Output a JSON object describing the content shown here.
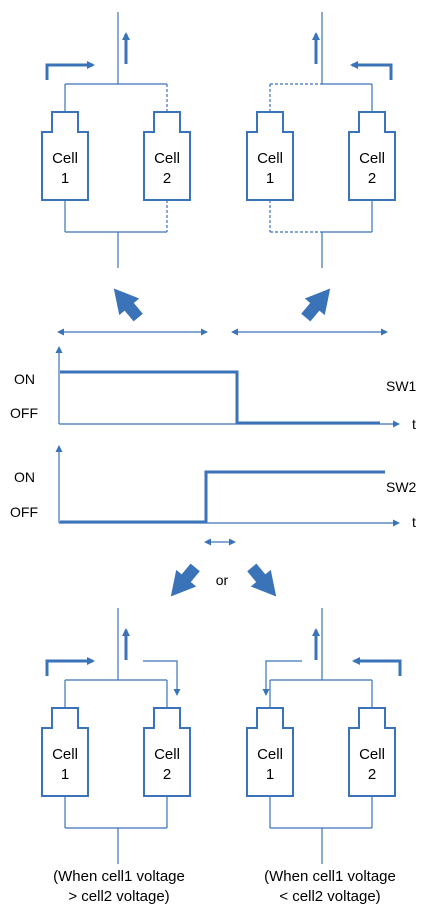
{
  "cell_label": "Cell",
  "cell1_number": "1",
  "cell2_number": "2",
  "timing": {
    "on_label": "ON",
    "off_label": "OFF",
    "sw1_label": "SW1",
    "sw2_label": "SW2",
    "time_label": "t",
    "or_label": "or"
  },
  "captions": {
    "left_line1": "(When cell1 voltage",
    "left_line2": "> cell2 voltage)",
    "right_line1": "(When cell1 voltage",
    "right_line2": "< cell2 voltage)"
  },
  "colors": {
    "accent": "#3a73b8"
  }
}
